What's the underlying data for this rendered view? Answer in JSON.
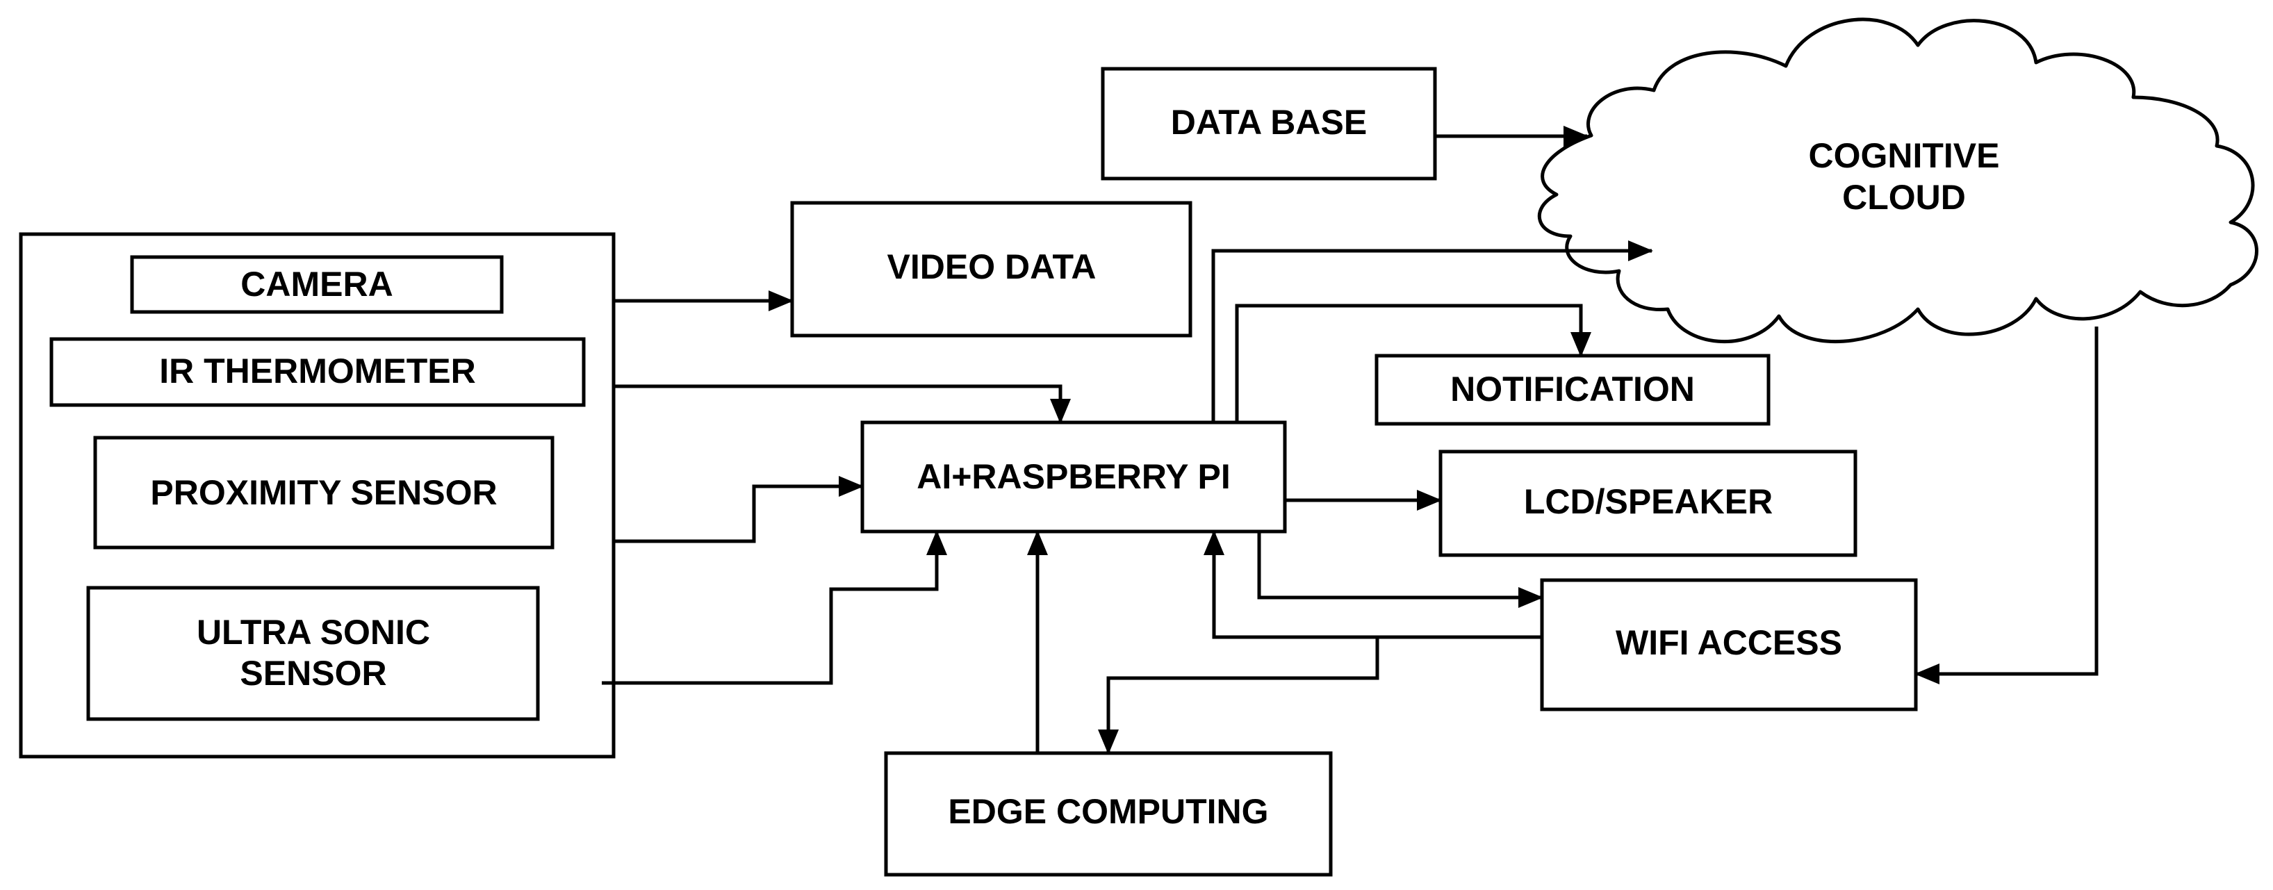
{
  "nodes": {
    "camera": "CAMERA",
    "ir_thermometer": "IR THERMOMETER",
    "proximity_sensor": "PROXIMITY SENSOR",
    "ultra_sonic_sensor": [
      "ULTRA SONIC",
      "SENSOR"
    ],
    "video_data": "VIDEO DATA",
    "data_base": "DATA BASE",
    "cognitive_cloud": [
      "COGNITIVE",
      "CLOUD"
    ],
    "ai_raspberry_pi": "AI+RASPBERRY PI",
    "notification": "NOTIFICATION",
    "lcd_speaker": "LCD/SPEAKER",
    "wifi_access": "WIFI ACCESS",
    "edge_computing": "EDGE COMPUTING"
  },
  "edges": [
    {
      "from": "sensors",
      "to": "video_data"
    },
    {
      "from": "sensors",
      "to": "ai_raspberry_pi"
    },
    {
      "from": "sensors",
      "to": "ai_raspberry_pi"
    },
    {
      "from": "sensors",
      "to": "ai_raspberry_pi"
    },
    {
      "from": "data_base",
      "to": "cognitive_cloud"
    },
    {
      "from": "ai_raspberry_pi",
      "to": "cognitive_cloud"
    },
    {
      "from": "ai_raspberry_pi",
      "to": "notification"
    },
    {
      "from": "ai_raspberry_pi",
      "to": "lcd_speaker"
    },
    {
      "from": "ai_raspberry_pi",
      "to": "wifi_access"
    },
    {
      "from": "wifi_access",
      "to": "ai_raspberry_pi"
    },
    {
      "from": "wifi_access",
      "to": "edge_computing"
    },
    {
      "from": "edge_computing",
      "to": "ai_raspberry_pi"
    },
    {
      "from": "cognitive_cloud",
      "to": "wifi_access"
    }
  ]
}
